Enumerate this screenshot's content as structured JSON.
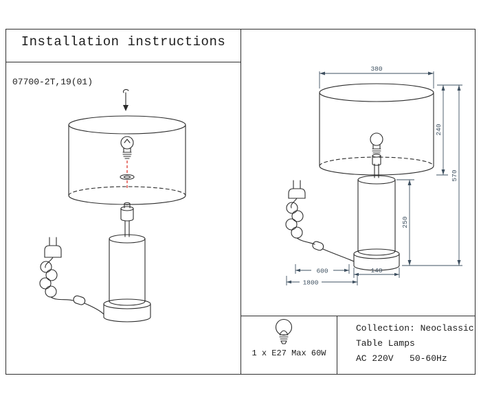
{
  "header": {
    "title": "Installation instructions"
  },
  "left_panel": {
    "model": "07700-2T,19(01)"
  },
  "dimensions": {
    "shade_width": "380",
    "shade_height": "240",
    "total_height": "570",
    "base_height": "250",
    "base_width": "140",
    "switch_distance": "600",
    "cord_length": "1800"
  },
  "footer": {
    "bulb_spec": "1 x E27 Max 60W",
    "collection": "Collection: Neoclassic",
    "category": "Table Lamps",
    "power": "AC 220V   50-60Hz"
  },
  "colors": {
    "line": "#2b2b2b",
    "dimension": "#3e5060",
    "highlight_red": "#d8281e",
    "background": "#ffffff"
  },
  "icons": {
    "down_arrow": "screw-in direction arrow",
    "light_bulb": "E27 bulb",
    "power_plug": "two-pin plug with coiled cord",
    "inline_switch": "cord switch"
  }
}
